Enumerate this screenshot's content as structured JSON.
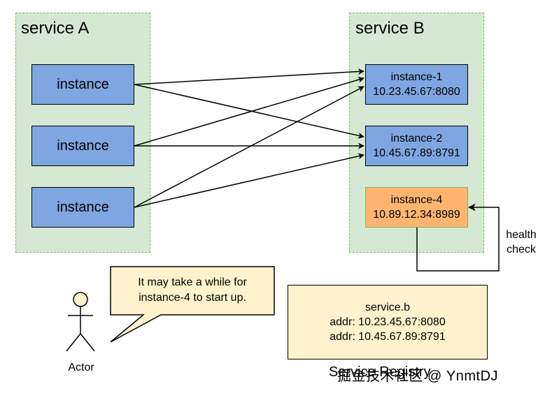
{
  "service_a": {
    "title": "service A",
    "instances": [
      "instance",
      "instance",
      "instance"
    ]
  },
  "service_b": {
    "title": "service B",
    "instances": [
      {
        "name": "instance-1",
        "addr": "10.23.45.67:8080"
      },
      {
        "name": "instance-2",
        "addr": "10.45.67.89:8791"
      }
    ],
    "new_instance": {
      "name": "instance-4",
      "addr": "10.89.12.34:8989"
    }
  },
  "health_check": {
    "line1": "health",
    "line2": "check"
  },
  "actor": {
    "label": "Actor"
  },
  "callout": {
    "line1": "It may take a while for",
    "line2": "instance-4 to start up."
  },
  "registry": {
    "name": "service.b",
    "addrs": [
      "addr: 10.23.45.67:8080",
      "addr: 10.45.67.89:8791"
    ],
    "caption": "Service Registry"
  },
  "watermark": "掘金技术社区 @ YnmtDJ",
  "colors": {
    "group_fill": "#d5e8d4",
    "group_border": "#82b366",
    "instance_fill": "#7ea6e0",
    "new_instance_fill": "#ffb570",
    "note_fill": "#fff2cc",
    "actor_head_fill": "#fff2cc"
  }
}
